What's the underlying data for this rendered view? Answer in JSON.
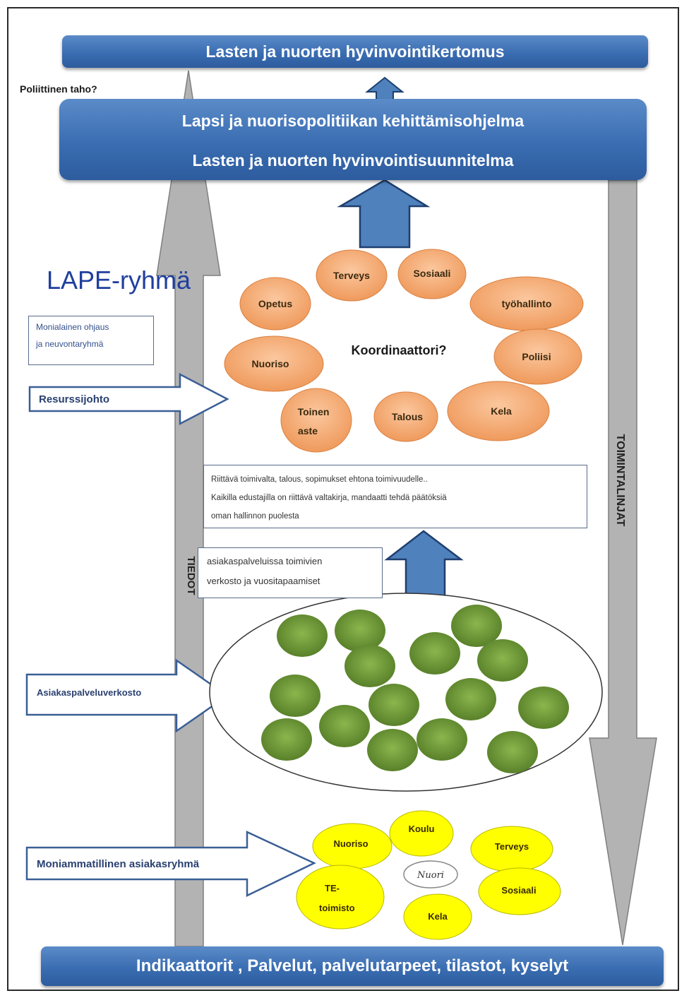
{
  "top_bar": {
    "title": "Lasten ja nuorten hyvinvointikertomus"
  },
  "political": "Poliittinen taho?",
  "program": {
    "line1": "Lapsi ja nuorisopolitiikan kehittämisohjelma",
    "line2": "Lasten ja nuorten hyvinvointisuunnitelma"
  },
  "lape_group": "LAPE-ryhmä",
  "coordinator": "Koordinaattori?",
  "orange_nodes": [
    "Terveys",
    "Sosiaali",
    "Opetus",
    "työhallinto",
    "Nuoriso",
    "Poliisi",
    "Toinen aste",
    "Talous",
    "Kela"
  ],
  "guidance_box": {
    "line1": "Monialainen ohjaus",
    "line2": "ja neuvontaryhmä"
  },
  "resource_arrow": "Resurssijohto",
  "authority_box": {
    "line1": "Riittävä toimivalta, talous, sopimukset ehtona toimivuudelle..",
    "line2": "Kaikilla edustajilla on riittävä valtakirja, mandaatti tehdä päätöksiä",
    "line3": "oman hallinnon puolesta"
  },
  "network_box": {
    "line1": "asiakaspalveluissa toimivien",
    "line2": "verkosto ja vuositapaamiset"
  },
  "left_axis": "TIEDOT",
  "right_axis": "TOIMINTALINJAT",
  "customer_network_arrow": "Asiakaspalveluverkosto",
  "multi_group_arrow": "Moniammatillinen asiakasryhmä",
  "yellow_nodes": [
    "Koulu",
    "Nuoriso",
    "Terveys",
    "TE-toimisto",
    "Sosiaali",
    "Kela"
  ],
  "youth_logo": "Nuori",
  "bottom_bar": {
    "title": "Indikaattorit , Palvelut, palvelutarpeet, tilastot, kyselyt"
  },
  "colors": {
    "bar_blue": "#3a6db2",
    "arrow_blue": "#4f81bd",
    "orange": "#f4a36a",
    "green": "#6f9a3a",
    "yellow": "#ffff00",
    "gray_arrow": "#b0b0b0",
    "lape_text": "#1f3f9e"
  }
}
